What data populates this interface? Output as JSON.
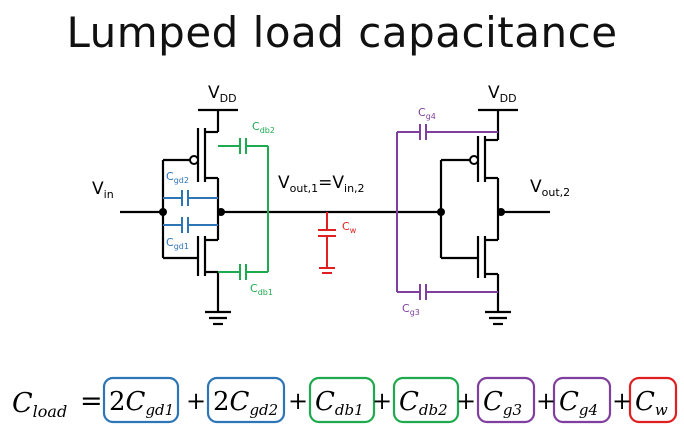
{
  "title": "Lumped load capacitance",
  "colors": {
    "wire": "#000000",
    "gd": "#2e75b6",
    "db": "#1faa4f",
    "wire_cap": "#e02020",
    "g": "#7f3f9f"
  },
  "labels": {
    "vdd_left": {
      "main": "V",
      "sub": "DD"
    },
    "vdd_right": {
      "main": "V",
      "sub": "DD"
    },
    "vin": {
      "main": "V",
      "sub": "in"
    },
    "mid_node": {
      "main1": "V",
      "sub1": "out,1",
      "eq": "=V",
      "sub2": "in,2"
    },
    "vout2": {
      "main": "V",
      "sub": "out,2"
    },
    "cdb2": {
      "main": "C",
      "sub": "db2"
    },
    "cdb1": {
      "main": "C",
      "sub": "db1"
    },
    "cgd2": {
      "main": "C",
      "sub": "gd2"
    },
    "cgd1": {
      "main": "C",
      "sub": "gd1"
    },
    "cw": {
      "main": "C",
      "sub": "w"
    },
    "cg4": {
      "main": "C",
      "sub": "g4"
    },
    "cg3": {
      "main": "C",
      "sub": "g3"
    }
  },
  "equation": {
    "lhs": {
      "main": "C",
      "sub": "load"
    },
    "equals": "=",
    "plus": "+",
    "terms": [
      {
        "coef": "2",
        "main": "C",
        "sub": "gd1",
        "color": "#2e75b6"
      },
      {
        "coef": "2",
        "main": "C",
        "sub": "gd2",
        "color": "#2e75b6"
      },
      {
        "coef": "",
        "main": "C",
        "sub": "db1",
        "color": "#1faa4f"
      },
      {
        "coef": "",
        "main": "C",
        "sub": "db2",
        "color": "#1faa4f"
      },
      {
        "coef": "",
        "main": "C",
        "sub": "g3",
        "color": "#7f3f9f"
      },
      {
        "coef": "",
        "main": "C",
        "sub": "g4",
        "color": "#7f3f9f"
      },
      {
        "coef": "",
        "main": "C",
        "sub": "w",
        "color": "#e02020"
      }
    ]
  }
}
